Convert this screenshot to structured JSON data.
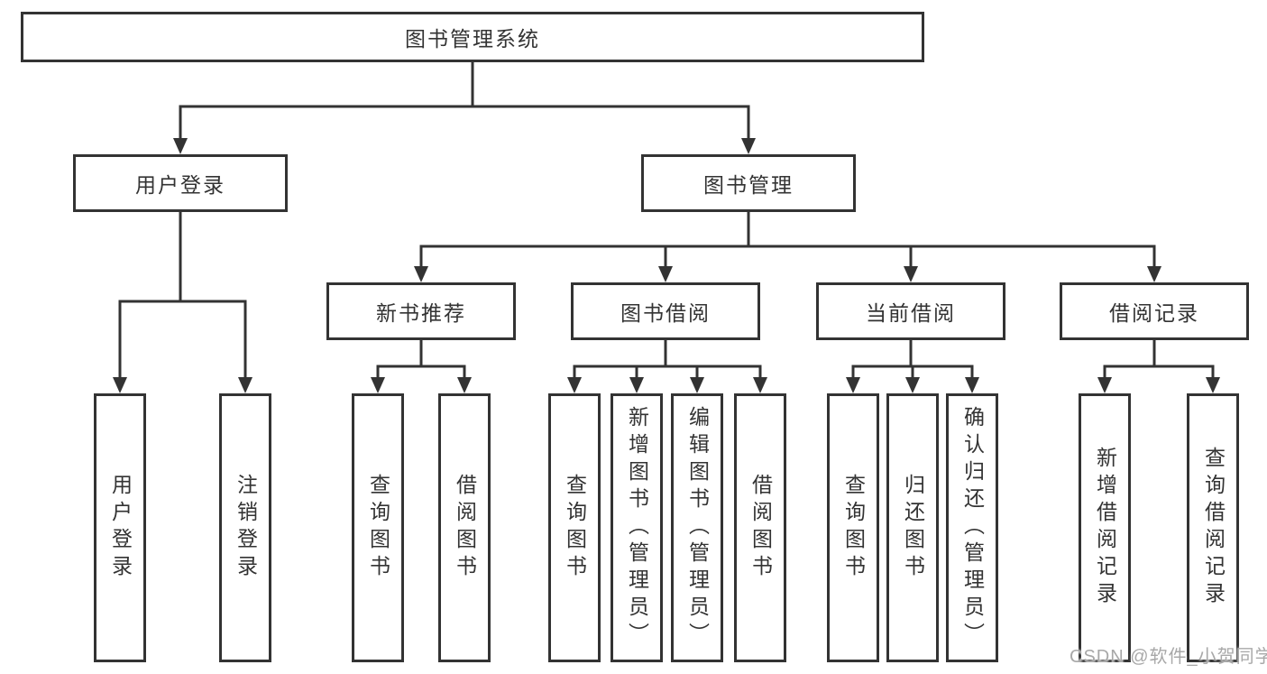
{
  "tree": {
    "root": {
      "label": "图书管理系统"
    },
    "user_login_branch": {
      "label": "用户登录",
      "children": [
        {
          "label": "用户登录"
        },
        {
          "label": "注销登录"
        }
      ]
    },
    "book_mgmt_branch": {
      "label": "图书管理",
      "children": [
        {
          "label": "新书推荐",
          "children": [
            {
              "label": "查询图书"
            },
            {
              "label": "借阅图书"
            }
          ]
        },
        {
          "label": "图书借阅",
          "children": [
            {
              "label": "查询图书"
            },
            {
              "label": "新增图书（管理员）"
            },
            {
              "label": "编辑图书（管理员）"
            },
            {
              "label": "借阅图书"
            }
          ]
        },
        {
          "label": "当前借阅",
          "children": [
            {
              "label": "查询图书"
            },
            {
              "label": "归还图书"
            },
            {
              "label": "确认归还（管理员）"
            }
          ]
        },
        {
          "label": "借阅记录",
          "children": [
            {
              "label": "新增借阅记录"
            },
            {
              "label": "查询借阅记录"
            }
          ]
        }
      ]
    }
  },
  "watermark": {
    "text": "CSDN @软件_小贺同学"
  },
  "colors": {
    "line": "#333333",
    "box_border": "#333333",
    "text": "#333333",
    "background": "#ffffff",
    "watermark": "#a8a8a8"
  }
}
